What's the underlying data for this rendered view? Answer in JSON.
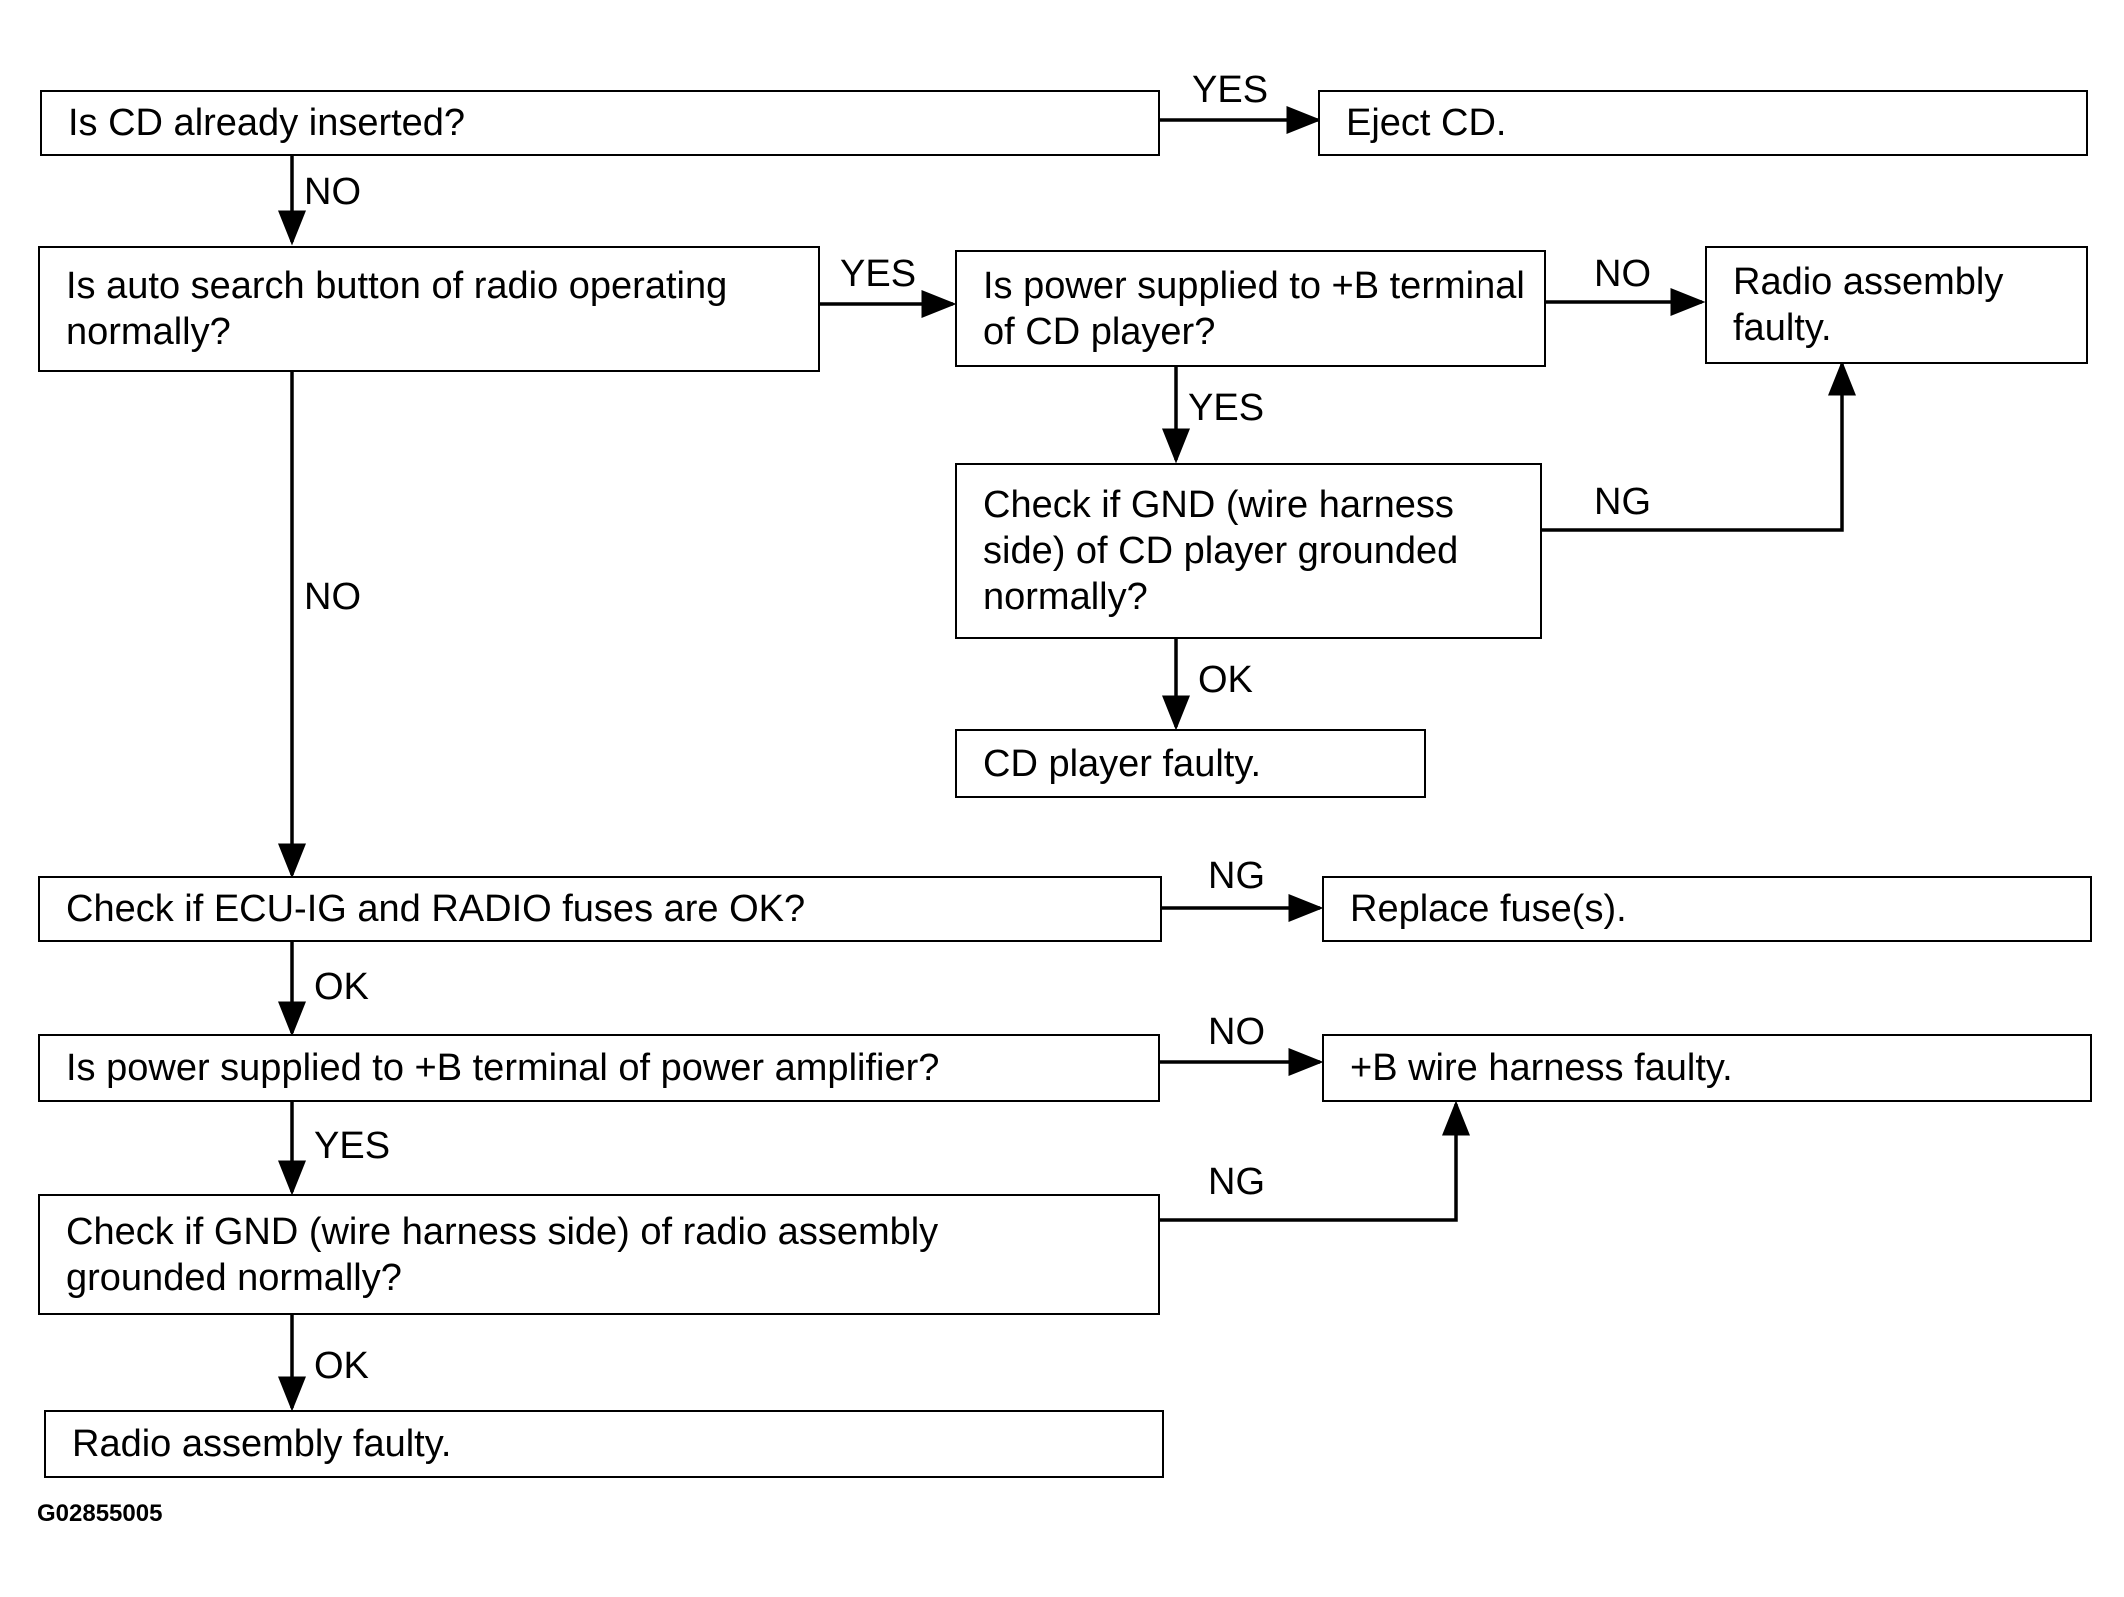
{
  "boxes": {
    "q_cd_inserted": "Is CD already inserted?",
    "eject_cd": "Eject CD.",
    "q_auto_search": "Is auto search button of radio operating\nnormally?",
    "q_power_cd": "Is power supplied to +B terminal\nof CD player?",
    "radio_faulty_1": "Radio assembly\nfaulty.",
    "q_gnd_cd": "Check if GND (wire harness\nside) of CD player grounded\nnormally?",
    "cd_player_faulty": "CD player faulty.",
    "q_fuses": "Check if ECU-IG and RADIO fuses are OK?",
    "replace_fuse": "Replace fuse(s).",
    "q_power_amp": "Is power supplied to +B terminal of power amplifier?",
    "b_harness_faulty": "+B wire harness faulty.",
    "q_gnd_radio": "Check if GND (wire harness side) of radio assembly\ngrounded normally?",
    "radio_faulty_2": "Radio assembly faulty."
  },
  "labels": {
    "yes_1": "YES",
    "no_1": "NO",
    "yes_2": "YES",
    "no_2": "NO",
    "yes_3": "YES",
    "ng_1": "NG",
    "no_3": "NO",
    "ok_1": "OK",
    "ng_2": "NG",
    "ok_2": "OK",
    "no_4": "NO",
    "yes_4": "YES",
    "ng_3": "NG",
    "ok_3": "OK"
  },
  "figure_code": "G02855005"
}
